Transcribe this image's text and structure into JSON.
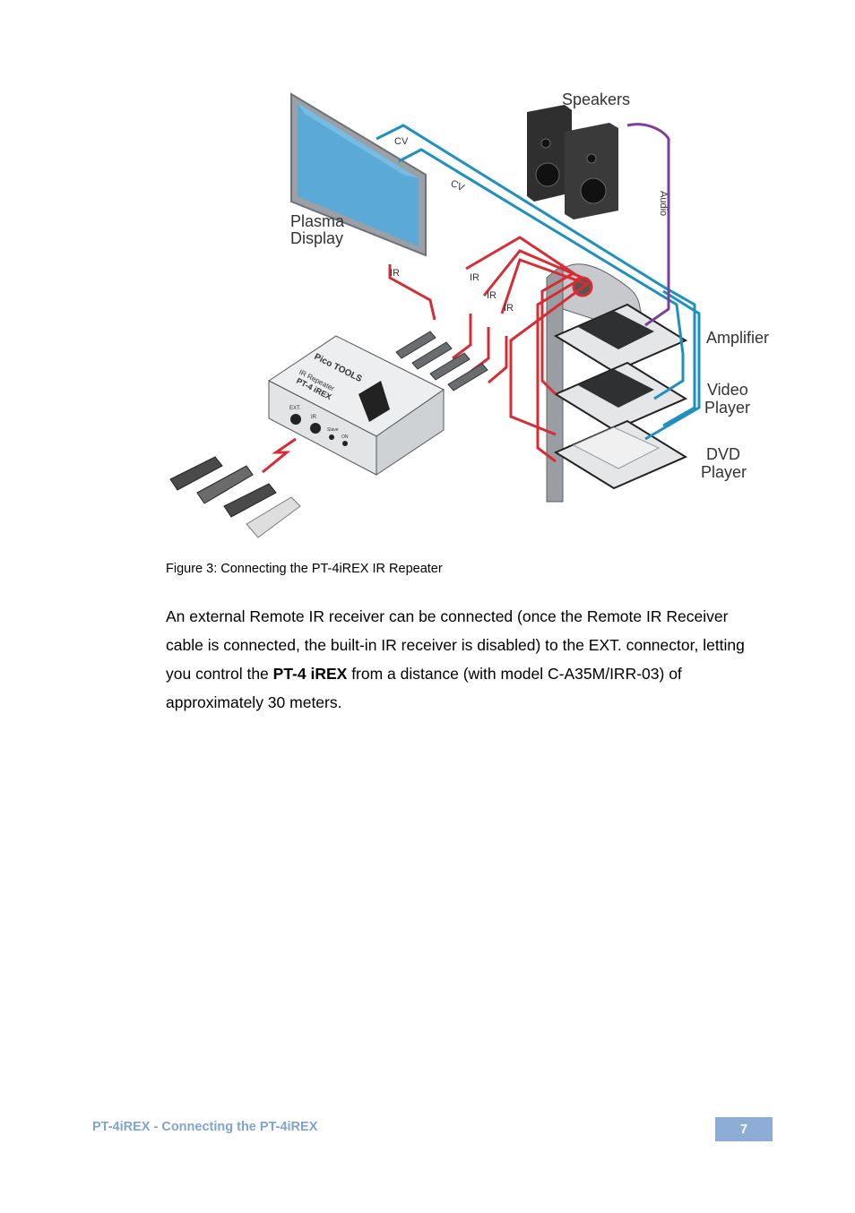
{
  "figure": {
    "labels": {
      "speakers": "Speakers",
      "plasma_line1": "Plasma",
      "plasma_line2": "Display",
      "amplifier": "Amplifier",
      "video_line1": "Video",
      "video_line2": "Player",
      "dvd_line1": "DVD",
      "dvd_line2": "Player",
      "cv1": "CV",
      "cv2": "CV",
      "audio": "Audio",
      "ir1": "IR",
      "ir2": "IR",
      "ir3": "IR",
      "ir4": "IR"
    },
    "device": {
      "brand": "Pico TOOLS",
      "type": "IR Repeater",
      "model": "PT-4 iREX",
      "ext": "EXT.",
      "ir": "IR",
      "slave": "Slave",
      "on": "ON"
    },
    "colors": {
      "ir": "#d62d35",
      "cv": "#1f8fc0",
      "audio": "#7d3f98"
    }
  },
  "caption": "Figure 3: Connecting the PT-4iREX IR Repeater",
  "paragraph": {
    "before": "An external Remote IR receiver can be connected (once the Remote IR Receiver cable is connected, the built-in IR receiver is disabled) to the EXT. connector, letting you control the ",
    "bold": "PT-4 iREX",
    "after": " from a distance (with model C-A35M/IRR-03) of approximately 30 meters."
  },
  "footer": {
    "title": "PT-4iREX - Connecting the PT-4iREX",
    "page": "7"
  }
}
